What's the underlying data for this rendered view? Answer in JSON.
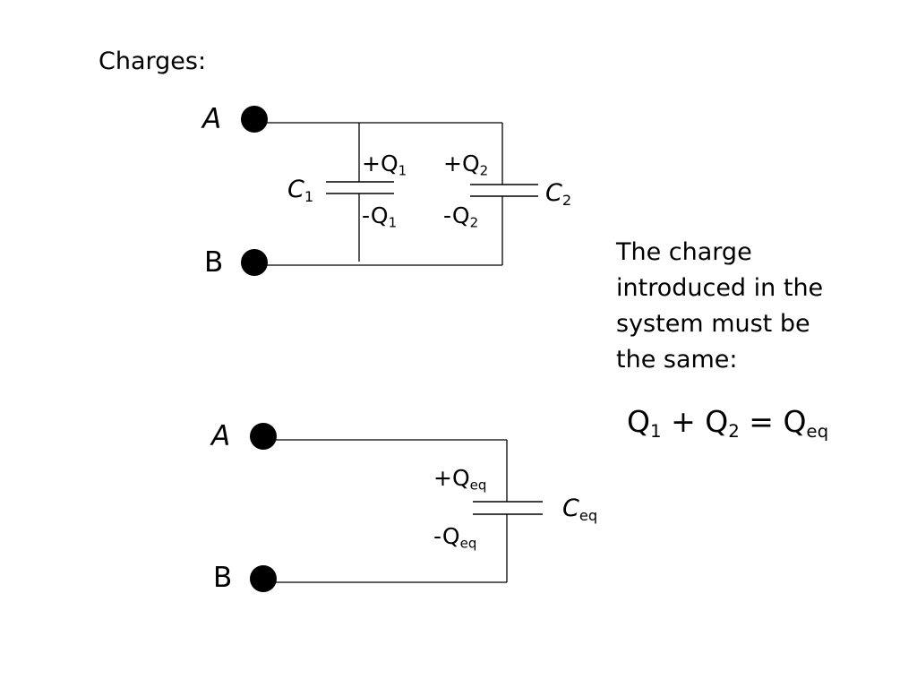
{
  "title": "Charges:",
  "top_circuit": {
    "node_a": "A",
    "node_b": "B",
    "c1": {
      "sym": "C",
      "sub": "1"
    },
    "c2": {
      "sym": "C",
      "sub": "2"
    },
    "q1_plus": {
      "sym": "+Q",
      "sub": "1"
    },
    "q1_minus": {
      "sym": "-Q",
      "sub": "1"
    },
    "q2_plus": {
      "sym": "+Q",
      "sub": "2"
    },
    "q2_minus": {
      "sym": "-Q",
      "sub": "2"
    }
  },
  "bottom_circuit": {
    "node_a": "A",
    "node_b": "B",
    "ceq": {
      "sym": "C",
      "sub": "eq"
    },
    "qeq_plus": {
      "sym": "+Q",
      "sub": "eq"
    },
    "qeq_minus": {
      "sym": "-Q",
      "sub": "eq"
    }
  },
  "note": {
    "line1": "The charge",
    "line2": "introduced in the",
    "line3": "system must be",
    "line4": "the same:"
  },
  "equation": {
    "t1": "Q",
    "s1": "1",
    "op1": " + ",
    "t2": "Q",
    "s2": "2",
    "op2": " = ",
    "t3": "Q",
    "s3": "eq"
  }
}
